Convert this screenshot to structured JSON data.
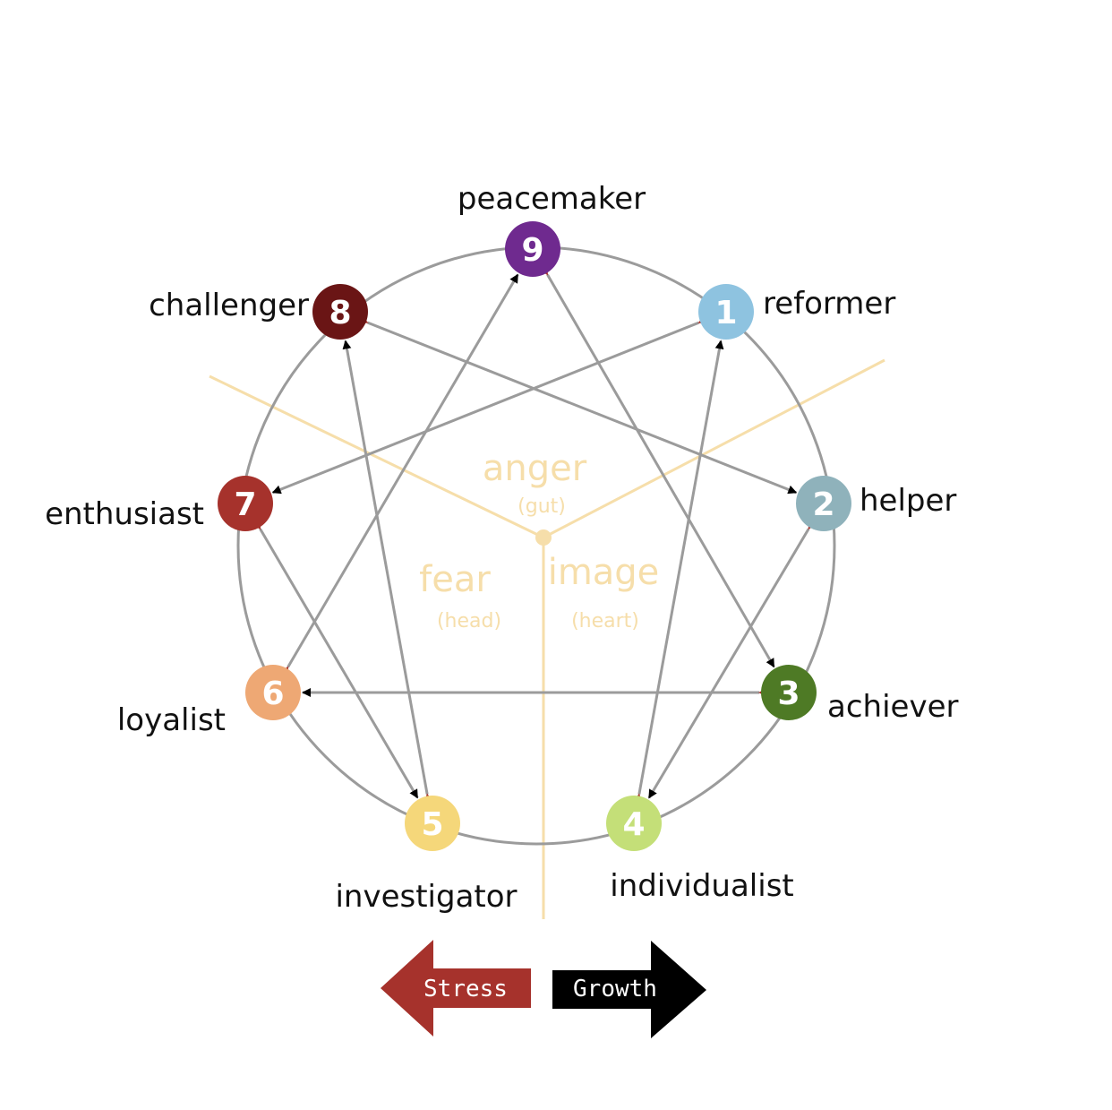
{
  "diagram": {
    "types": [
      {
        "num": "9",
        "name": "peacemaker",
        "color": "#6f2a8f"
      },
      {
        "num": "1",
        "name": "reformer",
        "color": "#8ec3e0"
      },
      {
        "num": "2",
        "name": "helper",
        "color": "#8fb2bb"
      },
      {
        "num": "3",
        "name": "achiever",
        "color": "#4e7a25"
      },
      {
        "num": "4",
        "name": "individualist",
        "color": "#c4df78"
      },
      {
        "num": "5",
        "name": "investigator",
        "color": "#f5d77a"
      },
      {
        "num": "6",
        "name": "loyalist",
        "color": "#eea874"
      },
      {
        "num": "7",
        "name": "enthusiast",
        "color": "#a6322c"
      },
      {
        "num": "8",
        "name": "challenger",
        "color": "#6a1515"
      }
    ],
    "centers": {
      "anger": {
        "word": "anger",
        "sub": "(gut)"
      },
      "fear": {
        "word": "fear",
        "sub": "(head)"
      },
      "image": {
        "word": "image",
        "sub": "(heart)"
      }
    },
    "colors": {
      "circle": "#9b9b9b",
      "lines": "#9b9b9b",
      "divider": "#f6deaa",
      "stress": "#a6322c",
      "growth": "#000000"
    }
  },
  "legend": {
    "stress_label": "Stress",
    "growth_label": "Growth"
  }
}
